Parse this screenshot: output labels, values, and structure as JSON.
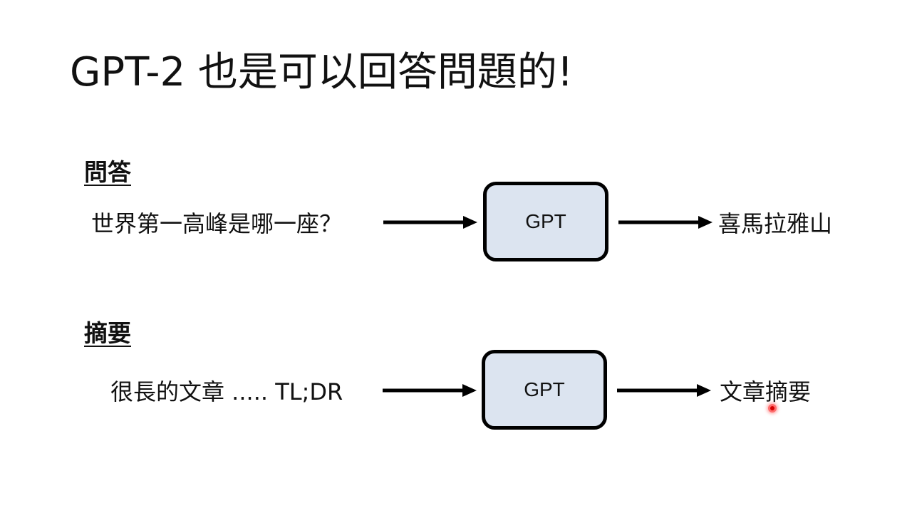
{
  "title": "GPT-2 也是可以回答問題的!",
  "sections": [
    {
      "label": "問答",
      "input": "世界第一高峰是哪一座？",
      "model": "GPT",
      "output": "喜馬拉雅山"
    },
    {
      "label": "摘要",
      "input": "很長的文章 ..... TL;DR",
      "model": "GPT",
      "output": "文章摘要"
    }
  ],
  "colors": {
    "box_fill": "#dce4f0",
    "box_border": "#000000",
    "arrow": "#000000",
    "pointer": "#ff3b3b"
  }
}
